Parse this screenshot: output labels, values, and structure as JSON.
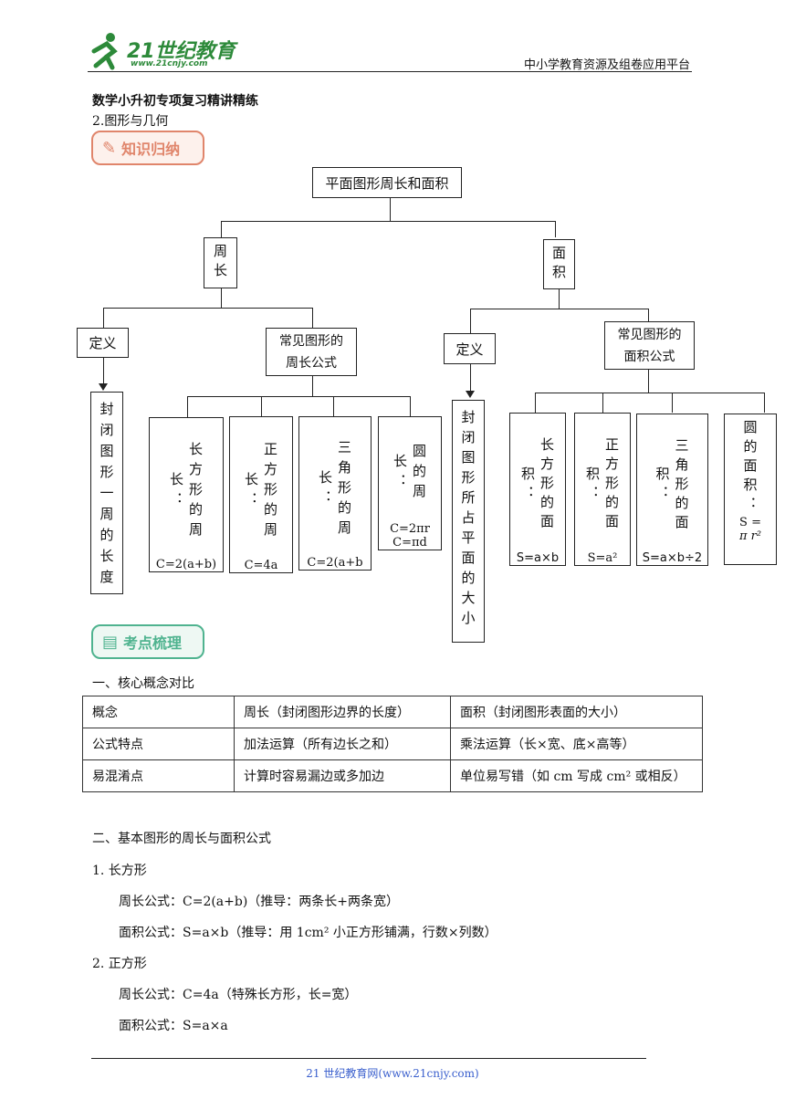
{
  "header": {
    "logo_text": "21世纪教育",
    "logo_url": "www.21cnjy.com",
    "platform": "中小学教育资源及组卷应用平台"
  },
  "doc": {
    "title": "数学小升初专项复习精讲精练",
    "subtitle": "2.图形与几何",
    "tag1": "知识归纳",
    "tag2": "考点梳理"
  },
  "tree": {
    "root": "平面图形周长和面积",
    "perimeter": "周长",
    "area": "面积",
    "def1": "定义",
    "common1": "常见图形的周长公式",
    "def1_text": "封闭图形一周的长度",
    "p_rect": "长方形的周长：",
    "p_rect_f": "C=2(a+b)",
    "p_sq": "正方形的周长：",
    "p_sq_f": "C=4a",
    "p_tri": "三角形的周长：",
    "p_tri_f": "C=2(a+b",
    "p_circ": "圆的周长：",
    "p_circ_f1": "C=2πr",
    "p_circ_f2": "C=πd",
    "def2": "定义",
    "common2": "常见图形的面积公式",
    "def2_text": "封闭图形所占平面的大小",
    "a_rect": "长方形的面积：",
    "a_rect_f": "S=a×b",
    "a_sq": "正方形的面积：",
    "a_sq_f": "S=a²",
    "a_tri": "三角形的面积：",
    "a_tri_f": "S=a×b÷2",
    "a_circ": "圆的面积：",
    "a_circ_f1": "S =",
    "a_circ_f2": "π r²"
  },
  "section1": {
    "heading": "一、核心概念对比",
    "rows": [
      [
        "概念",
        "周长（封闭图形边界的长度）",
        "面积（封闭图形表面的大小）"
      ],
      [
        "公式特点",
        "加法运算（所有边长之和）",
        "乘法运算（长×宽、底×高等）"
      ],
      [
        "易混淆点",
        "计算时容易漏边或多加边",
        "单位易写错（如 cm 写成 cm² 或相反）"
      ]
    ]
  },
  "section2": {
    "heading": "二、基本图形的周长与面积公式",
    "item1": "1. 长方形",
    "item1_p": "周长公式：C=2(a+b)（推导：两条长+两条宽）",
    "item1_a": "面积公式：S=a×b（推导：用 1cm² 小正方形铺满，行数×列数）",
    "item2": "2. 正方形",
    "item2_p": "周长公式：C=4a（特殊长方形，长=宽）",
    "item2_a": "面积公式：S=a×a"
  },
  "footer": "21 世纪教育网(www.21cnjy.com)",
  "colors": {
    "tag1": "#e0856b",
    "tag2": "#4fb38f",
    "logo": "#2d8a3a",
    "footer": "#3a5fcd"
  }
}
